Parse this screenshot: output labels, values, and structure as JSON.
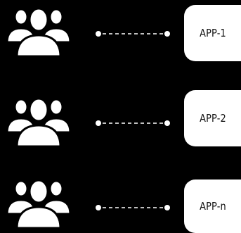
{
  "colors": {
    "background": "#000000",
    "foreground": "#ffffff",
    "label_text": "#111111"
  },
  "rows": [
    {
      "icon": "users-group-icon",
      "app_label": "APP-1"
    },
    {
      "icon": "users-group-icon",
      "app_label": "APP-2"
    },
    {
      "icon": "users-group-icon",
      "app_label": "APP-n"
    }
  ]
}
